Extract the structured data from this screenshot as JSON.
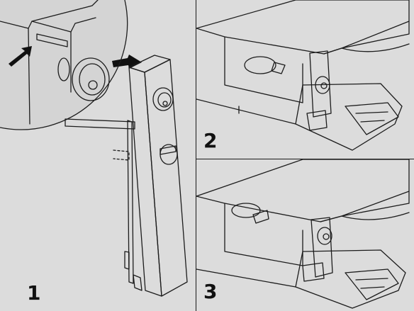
{
  "steps": [
    {
      "number": "1"
    },
    {
      "number": "2"
    },
    {
      "number": "3"
    }
  ],
  "colors": {
    "background": "#dcdcdc",
    "part_fill": "#ffffff",
    "outline": "#1c1c1c",
    "shade": "#b9b9b9"
  },
  "icons": [
    "arrow-icon",
    "lock-cylinder-icon",
    "hinge-icon"
  ]
}
